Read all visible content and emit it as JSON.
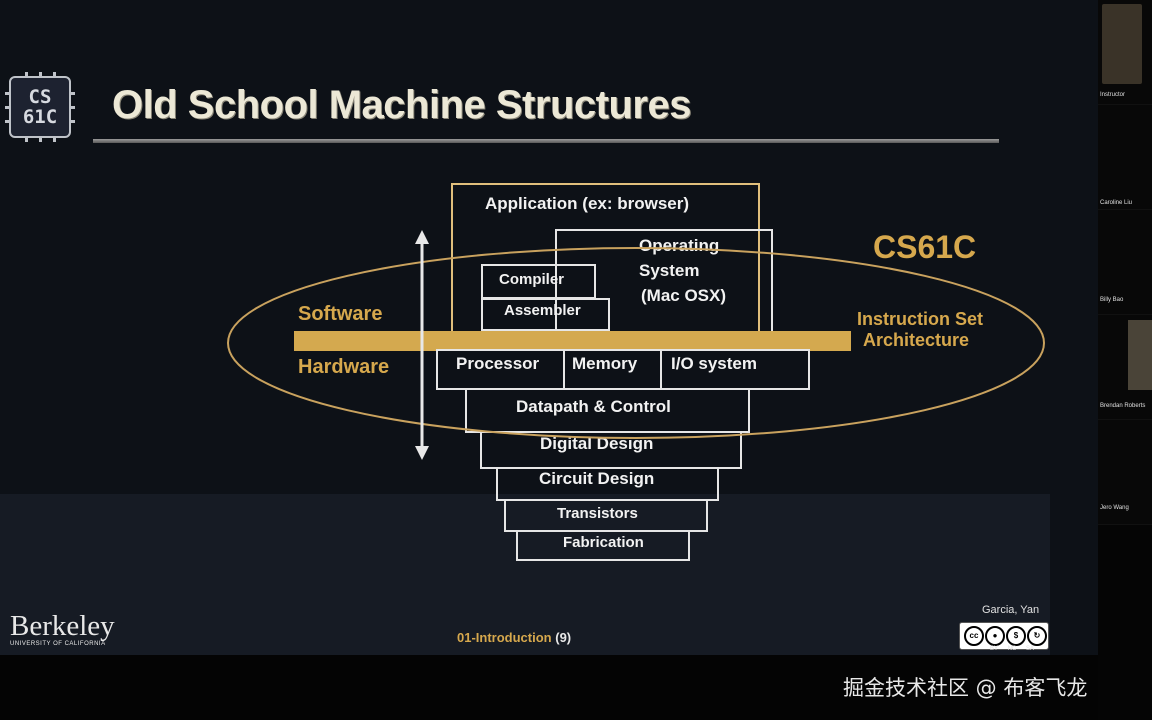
{
  "slide": {
    "logo_line1": "CS",
    "logo_line2": "61C",
    "title": "Old School Machine Structures",
    "software_label": "Software",
    "hardware_label": "Hardware",
    "course_label": "CS61C",
    "isa_line1": "Instruction Set",
    "isa_line2": "Architecture",
    "layers": {
      "application": "Application (ex: browser)",
      "os_line1": "Operating",
      "os_line2": "System",
      "os_line3": "(Mac OSX)",
      "compiler": "Compiler",
      "assembler": "Assembler",
      "processor": "Processor",
      "memory": "Memory",
      "io": "I/O system",
      "datapath": "Datapath & Control",
      "digital": "Digital Design",
      "circuit": "Circuit Design",
      "transistors": "Transistors",
      "fabrication": "Fabrication"
    },
    "berkeley": "Berkeley",
    "berkeley_sub": "UNIVERSITY OF CALIFORNIA",
    "footer_lecture": "01-Introduction",
    "footer_page": "(9)",
    "authors": "Garcia, Yan",
    "license_labels": [
      "BY",
      "NC",
      "SA"
    ]
  },
  "participants": [
    "Instructor",
    "Caroline Liu",
    "Billy Bao",
    "Brendan Roberts",
    "Jero Wang"
  ],
  "watermark": "掘金技术社区 @ 布客飞龙",
  "colors": {
    "accent_gold": "#d6a84d",
    "slide_bg": "#0d1117",
    "title_text": "#ece8d6"
  }
}
